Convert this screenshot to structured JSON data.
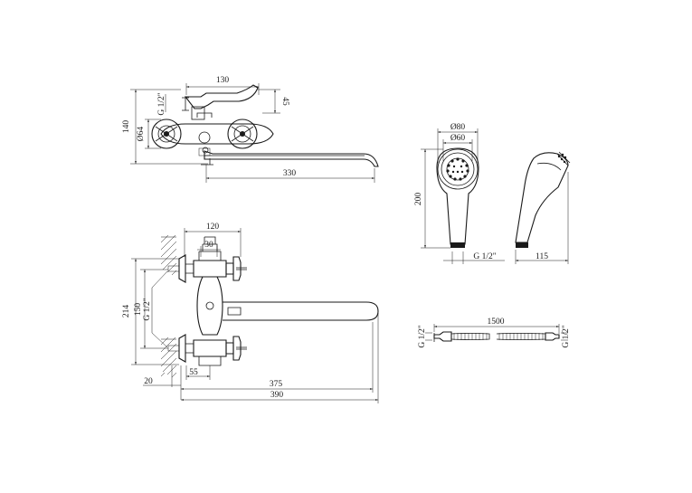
{
  "top_view": {
    "width_130": "130",
    "height_45": "45",
    "height_140": "140",
    "thread": "G 1/2\"",
    "diam_64": "Ø64",
    "spout_330": "330"
  },
  "shower_head": {
    "diam_80": "Ø80",
    "diam_60": "Ø60",
    "length_200": "200",
    "thread": "G 1/2\"",
    "depth_115": "115"
  },
  "front_view": {
    "width_120": "120",
    "width_30": "30",
    "height_214": "214",
    "height_150": "150",
    "thread": "G 1/2\"",
    "offset_55": "55",
    "offset_20": "20",
    "length_375": "375",
    "length_390": "390"
  },
  "hose": {
    "length_1500": "1500",
    "thread_left": "G 1/2\"",
    "thread_right": "G 1/2\""
  }
}
